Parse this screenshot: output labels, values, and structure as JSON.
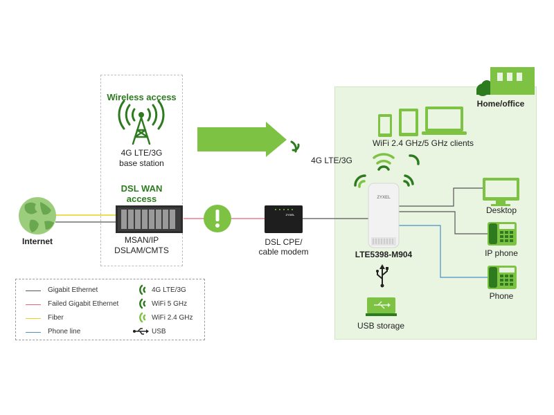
{
  "wireless_access": {
    "title": "Wireless access",
    "device_label_1": "4G LTE/3G",
    "device_label_2": "base station"
  },
  "dsl_wan_access": {
    "title_1": "DSL WAN",
    "title_2": "access",
    "device_label_1": "MSAN/IP",
    "device_label_2": "DSLAM/CMTS"
  },
  "internet": {
    "label": "Internet"
  },
  "wireless_link": {
    "label": "4G LTE/3G"
  },
  "dsl_cpe": {
    "label_1": "DSL CPE/",
    "label_2": "cable modem",
    "brand": "ZYXEL"
  },
  "router": {
    "label": "LTE5398-M904",
    "brand": "ZYXEL"
  },
  "home_office": {
    "label": "Home/office"
  },
  "wifi_clients": {
    "label": "WiFi 2.4 GHz/5 GHz clients"
  },
  "devices": {
    "desktop": "Desktop",
    "ip_phone": "IP phone",
    "phone": "Phone",
    "usb_storage": "USB storage"
  },
  "legend": {
    "items": [
      {
        "label": "Gigabit Ethernet",
        "color": "#555555"
      },
      {
        "label": "Failed Gigabit Ethernet",
        "color": "#e8637a"
      },
      {
        "label": "Fiber",
        "color": "#e3d31a"
      },
      {
        "label": "Phone line",
        "color": "#4a90c8"
      },
      {
        "label": "4G LTE/3G",
        "icon": "signal-dark-icon"
      },
      {
        "label": "WiFi 5 GHz",
        "icon": "wifi-dark-icon"
      },
      {
        "label": "WiFi 2.4 GHz",
        "icon": "wifi-light-icon"
      },
      {
        "label": "USB",
        "icon": "usb-icon"
      }
    ]
  },
  "colors": {
    "brand_green": "#2d7a1f",
    "light_green": "#7dc242",
    "area_bg": "#e9f5e1"
  }
}
